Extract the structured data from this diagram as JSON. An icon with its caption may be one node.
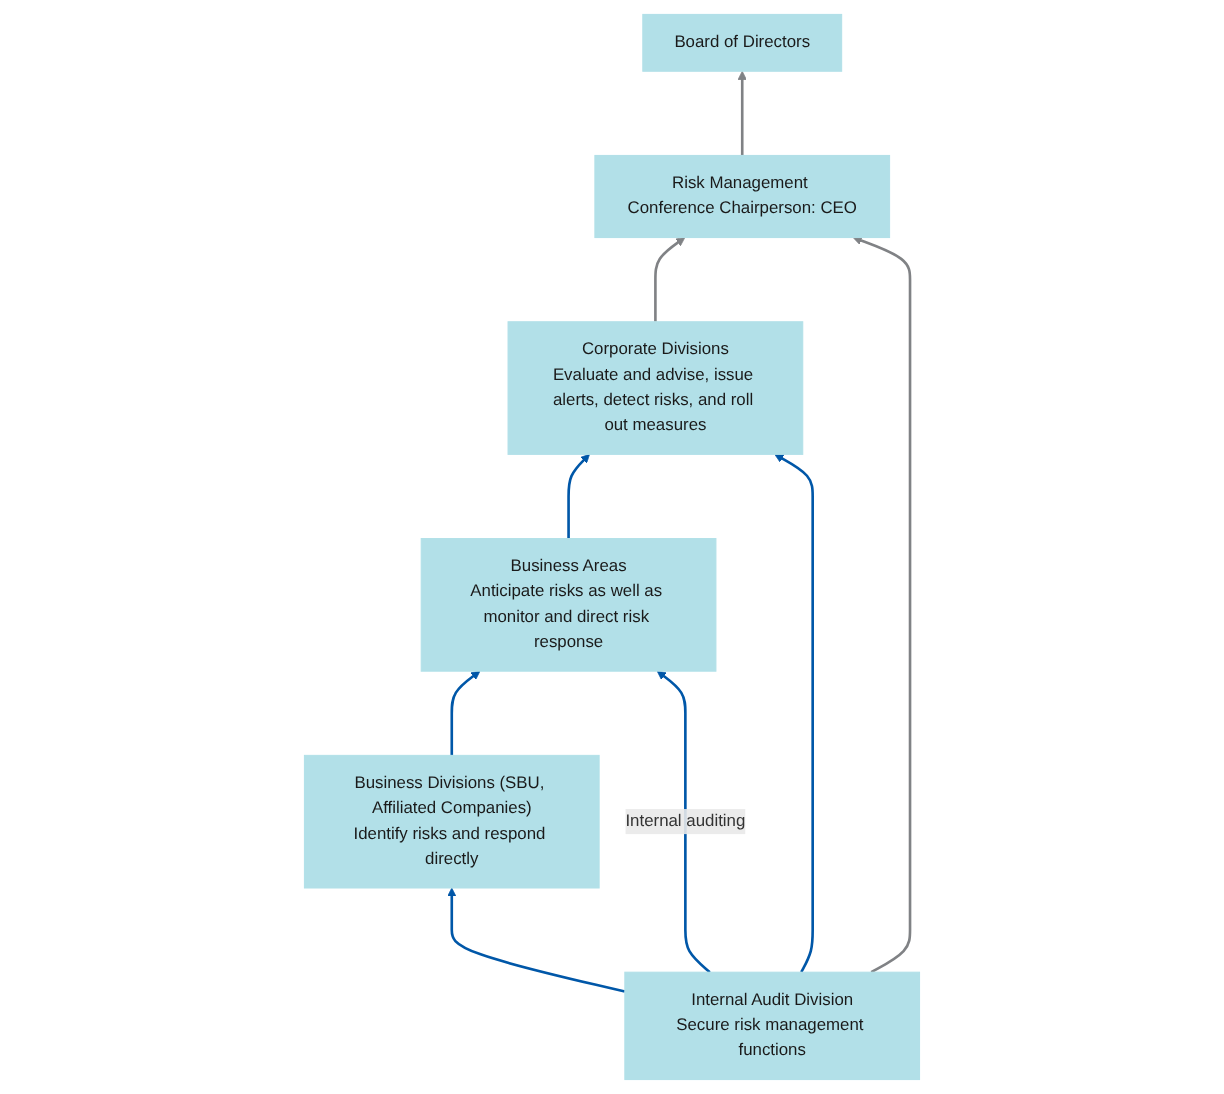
{
  "diagram": {
    "nodes": [
      {
        "text": [
          "Board of Directors"
        ]
      },
      {
        "text": [
          "Risk Management Conference Chairperson: CEO"
        ]
      },
      {
        "text": [
          "Corporate Divisions",
          "Evaluate and advise, issue alerts, detect risks, and roll out measures"
        ]
      },
      {
        "text": [
          "Internal Audit Division",
          "Secure risk management functions"
        ]
      },
      {
        "text": [
          "Business Areas",
          "Anticipate risks as well as monitor and direct risk response"
        ]
      },
      {
        "text": [
          "Business Divisions (SBU, Affiliated Companies)",
          "Identify risks and respond directly"
        ]
      }
    ],
    "edges": [
      {
        "from": 1,
        "to": 0,
        "arrow": "to",
        "color": "#808285"
      },
      {
        "from": 2,
        "to": 1,
        "arrow": "to",
        "color": "#808285"
      },
      {
        "from": 3,
        "to": 1,
        "arrow": "to",
        "color": "#808285"
      },
      {
        "from": 4,
        "to": 2,
        "arrow": "to"
      },
      {
        "from": 5,
        "to": 4,
        "arrow": "to"
      },
      {
        "from": 3,
        "to": 2,
        "arrow": "to"
      },
      {
        "from": 3,
        "to": 4,
        "label": "Internal auditing",
        "arrow": "to"
      },
      {
        "from": 3,
        "to": 5,
        "arrow": "to"
      }
    ]
  }
}
